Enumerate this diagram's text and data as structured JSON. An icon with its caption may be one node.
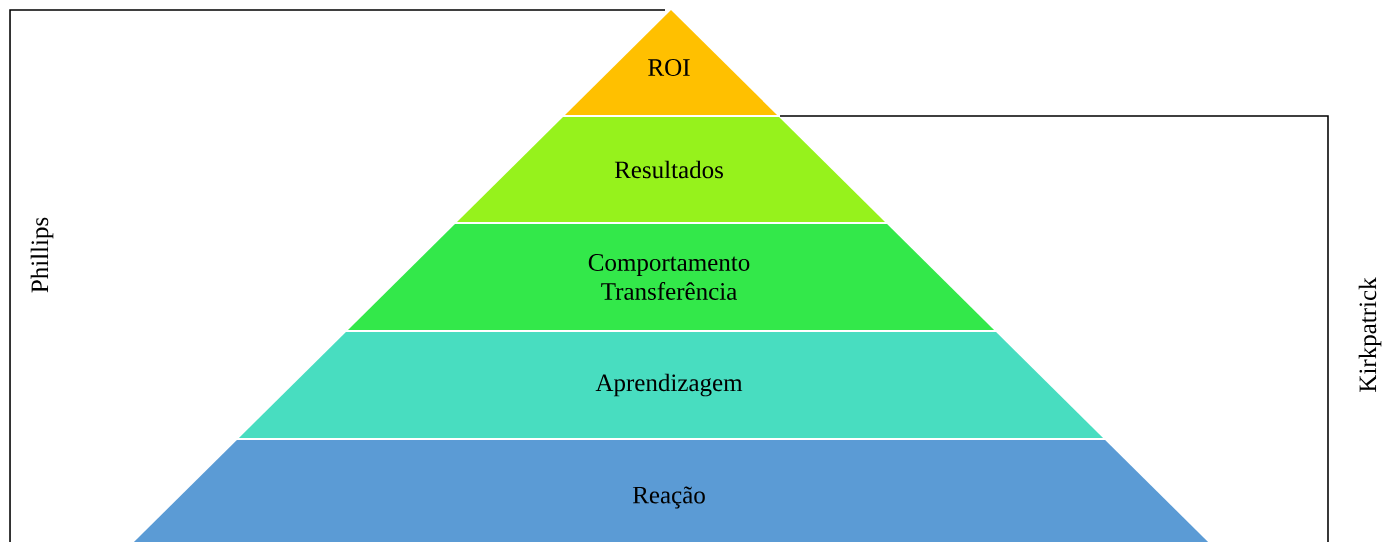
{
  "diagram": {
    "nodes": [
      {
        "text": [
          "ROI"
        ]
      },
      {
        "text": [
          "Resultados"
        ]
      },
      {
        "text": [
          "Comportamento Transferência"
        ]
      },
      {
        "text": [
          "Aprendizagem"
        ]
      },
      {
        "text": [
          "Reação"
        ]
      }
    ],
    "labels": [
      "Phillips",
      "Kirkpatrick"
    ]
  }
}
